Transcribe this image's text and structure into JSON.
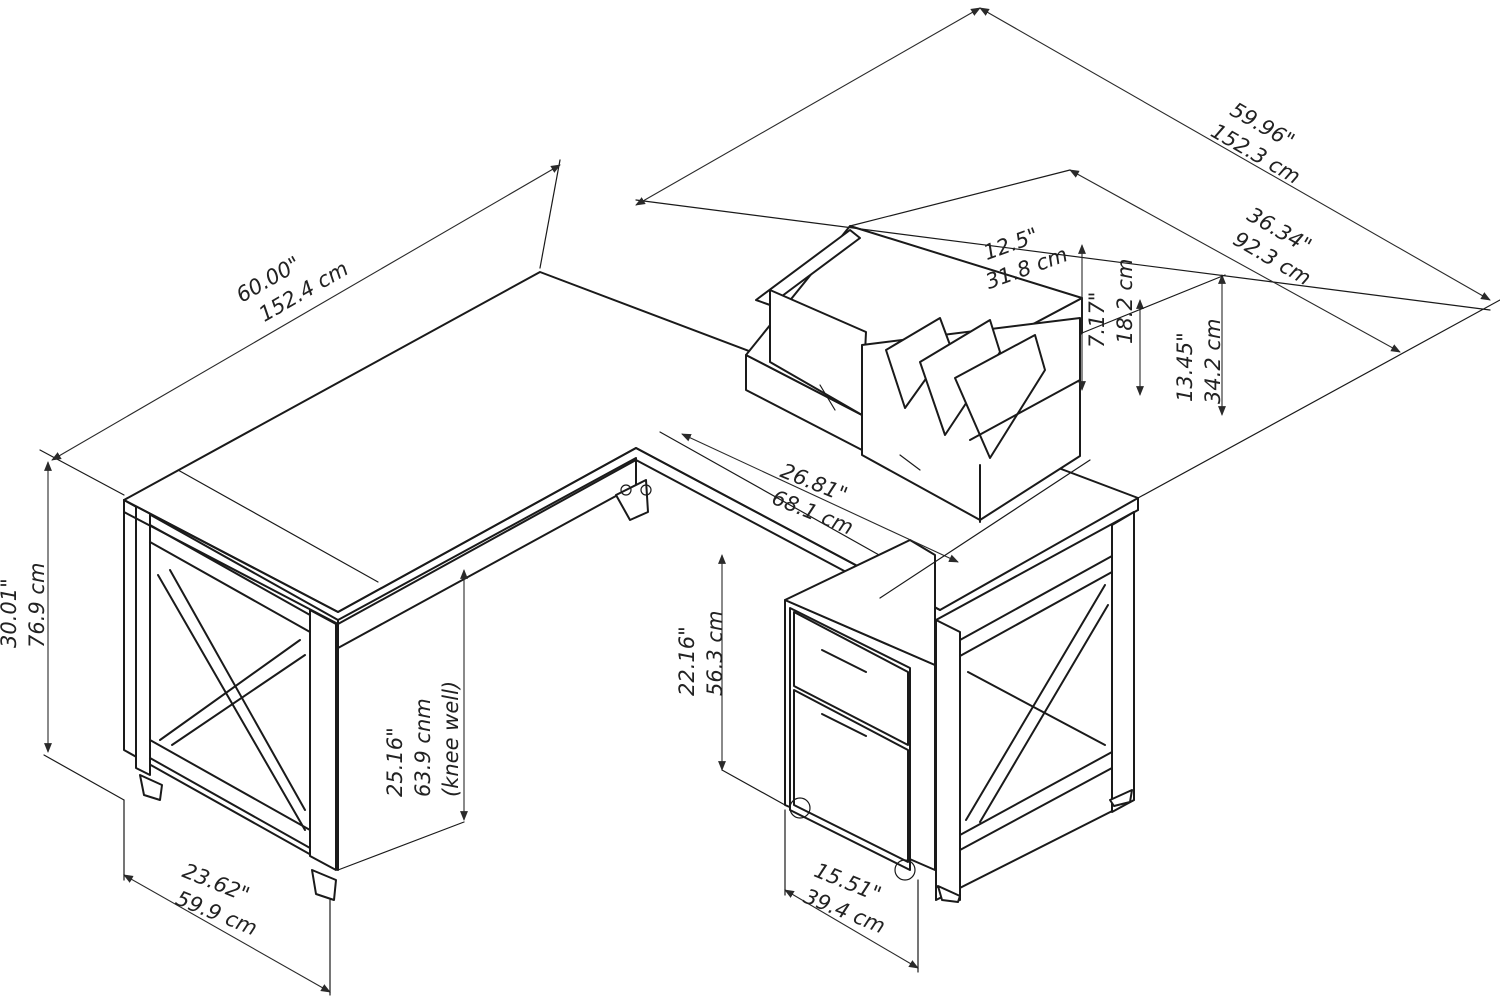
{
  "colors": {
    "line": "#1a1a1a",
    "background": "#ffffff",
    "text": "#222222"
  },
  "dimensions": {
    "total_width": {
      "imperial": "60.00\"",
      "metric": "152.4 cm"
    },
    "return_length": {
      "imperial": "59.96\"",
      "metric": "152.3 cm"
    },
    "return_desk": {
      "imperial": "36.34\"",
      "metric": "92.3 cm"
    },
    "organizer_depth": {
      "imperial": "12.5\"",
      "metric": "31.8 cm"
    },
    "organizer_height": {
      "imperial": "7.17\"",
      "metric": "18.2 cm"
    },
    "hutch_height": {
      "imperial": "13.45\"",
      "metric": "34.2 cm"
    },
    "organizer_width": {
      "imperial": "26.81\"",
      "metric": "68.1 cm"
    },
    "desk_height": {
      "imperial": "30.01\"",
      "metric": "76.9 cm"
    },
    "knee_well": {
      "imperial": "25.16\"",
      "metric": "63.9 cnm",
      "note": "(knee well)"
    },
    "file_height": {
      "imperial": "22.16\"",
      "metric": "56.3 cm"
    },
    "desk_depth": {
      "imperial": "23.62\"",
      "metric": "59.9 cm"
    },
    "file_width": {
      "imperial": "15.51\"",
      "metric": "39.4 cm"
    }
  }
}
